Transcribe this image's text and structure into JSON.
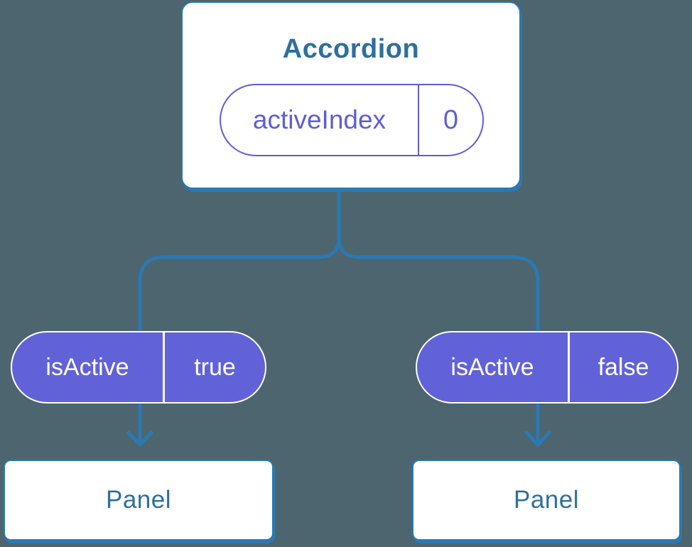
{
  "diagram": {
    "root": {
      "title": "Accordion",
      "state": {
        "name": "activeIndex",
        "value": "0"
      }
    },
    "branches": [
      {
        "prop": {
          "name": "isActive",
          "value": "true"
        },
        "child": {
          "title": "Panel"
        }
      },
      {
        "prop": {
          "name": "isActive",
          "value": "false"
        },
        "child": {
          "title": "Panel"
        }
      }
    ],
    "colors": {
      "background": "#4d656e",
      "connector": "#2b79b2",
      "heading_text": "#2e6f9e",
      "state_accent": "#5e5ed6",
      "prop_fill": "#6262d8",
      "card_fill": "#ffffff"
    }
  }
}
